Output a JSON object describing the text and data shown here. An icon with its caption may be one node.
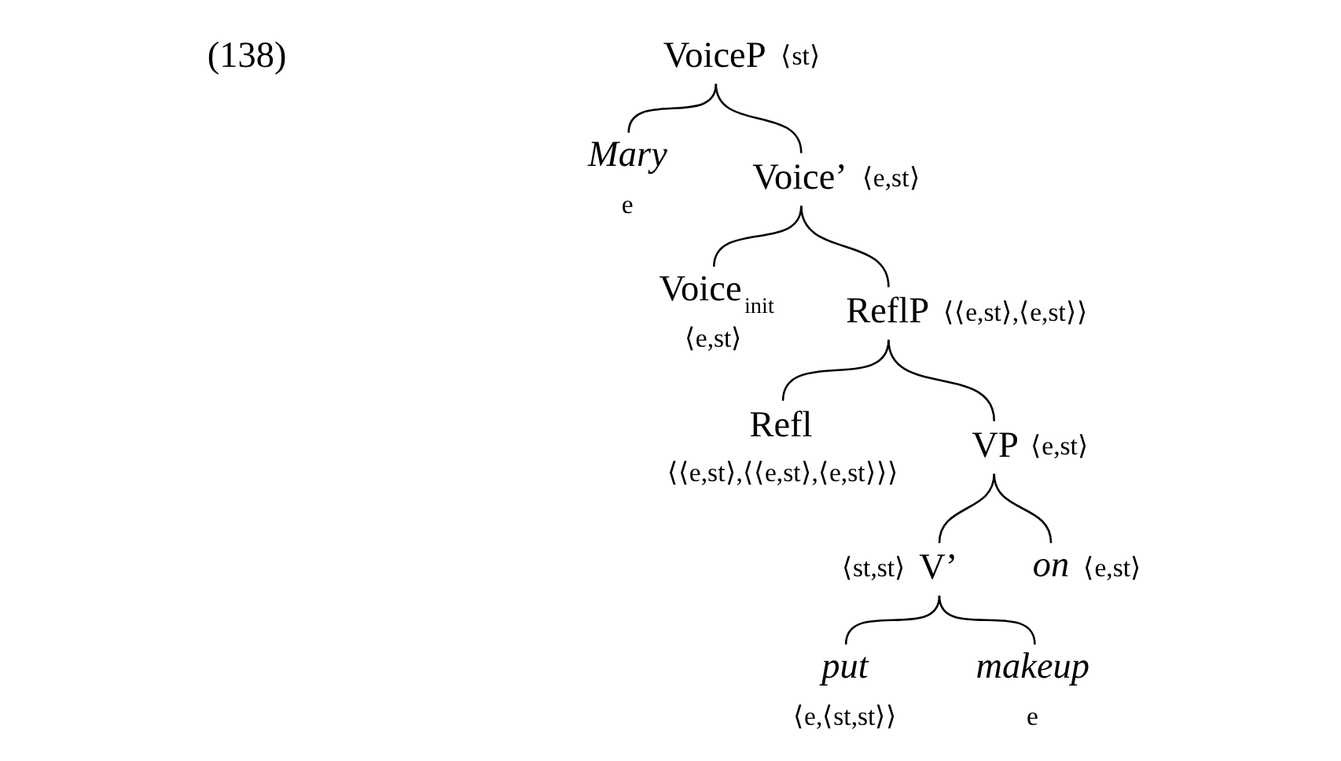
{
  "diagram": {
    "nodes": [
      {
        "text": [
          "VoiceP"
        ],
        "beside": [
          "⟨st⟩"
        ]
      },
      {
        "text": [
          "Mary"
        ],
        "beside": [
          "e"
        ]
      },
      {
        "text": [
          "Voice’"
        ],
        "beside": [
          "⟨e,st⟩"
        ]
      },
      {
        "text": [
          "Voice$_{init}$"
        ],
        "beside": [
          "⟨e,st⟩"
        ]
      },
      {
        "text": [
          "ReflP"
        ],
        "beside": [
          "⟨⟨e,st⟩,⟨e,st⟩⟩"
        ]
      },
      {
        "text": [
          "Refl"
        ],
        "beside": [
          "⟨⟨e,st⟩,⟨⟨e,st⟩,⟨e,st⟩⟩⟩"
        ]
      },
      {
        "text": [
          "VP"
        ],
        "beside": [
          "⟨e,st⟩"
        ]
      },
      {
        "text": [
          "V’"
        ],
        "beside": [
          "⟨st,st⟩"
        ]
      },
      {
        "text": [
          "on"
        ],
        "beside": [
          "⟨e,st⟩"
        ]
      },
      {
        "text": [
          "put"
        ],
        "beside": [
          "⟨e,⟨st,st⟩⟩"
        ]
      },
      {
        "text": [
          "makeup"
        ],
        "beside": [
          "e"
        ]
      }
    ],
    "edges": [
      {
        "from": 0,
        "to": 1,
        "arrow": "none"
      },
      {
        "from": 0,
        "to": 2,
        "arrow": "none"
      },
      {
        "from": 2,
        "to": 3,
        "arrow": "none"
      },
      {
        "from": 2,
        "to": 4,
        "arrow": "none"
      },
      {
        "from": 4,
        "to": 5,
        "arrow": "none"
      },
      {
        "from": 4,
        "to": 6,
        "arrow": "none"
      },
      {
        "from": 6,
        "to": 7,
        "arrow": "none"
      },
      {
        "from": 6,
        "to": 8,
        "arrow": "none"
      },
      {
        "from": 7,
        "to": 9,
        "arrow": "none"
      },
      {
        "from": 7,
        "to": 10,
        "arrow": "none"
      }
    ],
    "labels": [
      "(138)"
    ]
  }
}
